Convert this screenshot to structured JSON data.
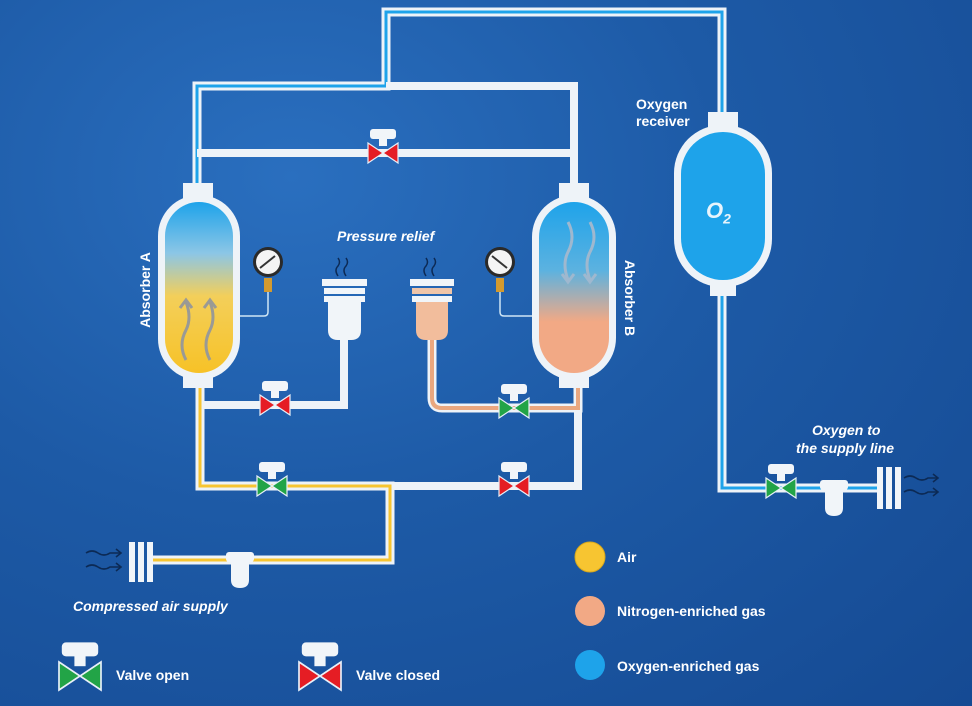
{
  "title_labels": {
    "absorber_a": "Absorber A",
    "absorber_b": "Absorber B",
    "oxygen_receiver_line1": "Oxygen",
    "oxygen_receiver_line2": "receiver",
    "o2_symbol": "O",
    "o2_subscript": "2",
    "pressure_relief": "Pressure relief",
    "oxygen_supply_line1": "Oxygen to",
    "oxygen_supply_line2": "the supply line",
    "compressed_air_supply": "Compressed air supply"
  },
  "valves": [
    {
      "id": "top-crossover",
      "state": "closed"
    },
    {
      "id": "absorber-a-relief",
      "state": "closed"
    },
    {
      "id": "absorber-b-relief",
      "state": "open"
    },
    {
      "id": "feed-to-a",
      "state": "open"
    },
    {
      "id": "feed-to-b",
      "state": "closed"
    },
    {
      "id": "oxygen-outlet",
      "state": "open"
    }
  ],
  "legend": {
    "valve_open": "Valve open",
    "valve_closed": "Valve closed",
    "items": [
      {
        "label": "Air",
        "color": "#f7c531"
      },
      {
        "label": "Nitrogen-enriched gas",
        "color": "#f2a985"
      },
      {
        "label": "Oxygen-enriched gas",
        "color": "#1ea3ea"
      }
    ]
  },
  "colors": {
    "background": "#1d5aa6",
    "pipe": "#eef3f8",
    "air": "#f7c531",
    "nitrogen": "#f2a985",
    "oxygen": "#1ea3ea",
    "valve_open": "#22a447",
    "valve_closed": "#e51d24"
  }
}
